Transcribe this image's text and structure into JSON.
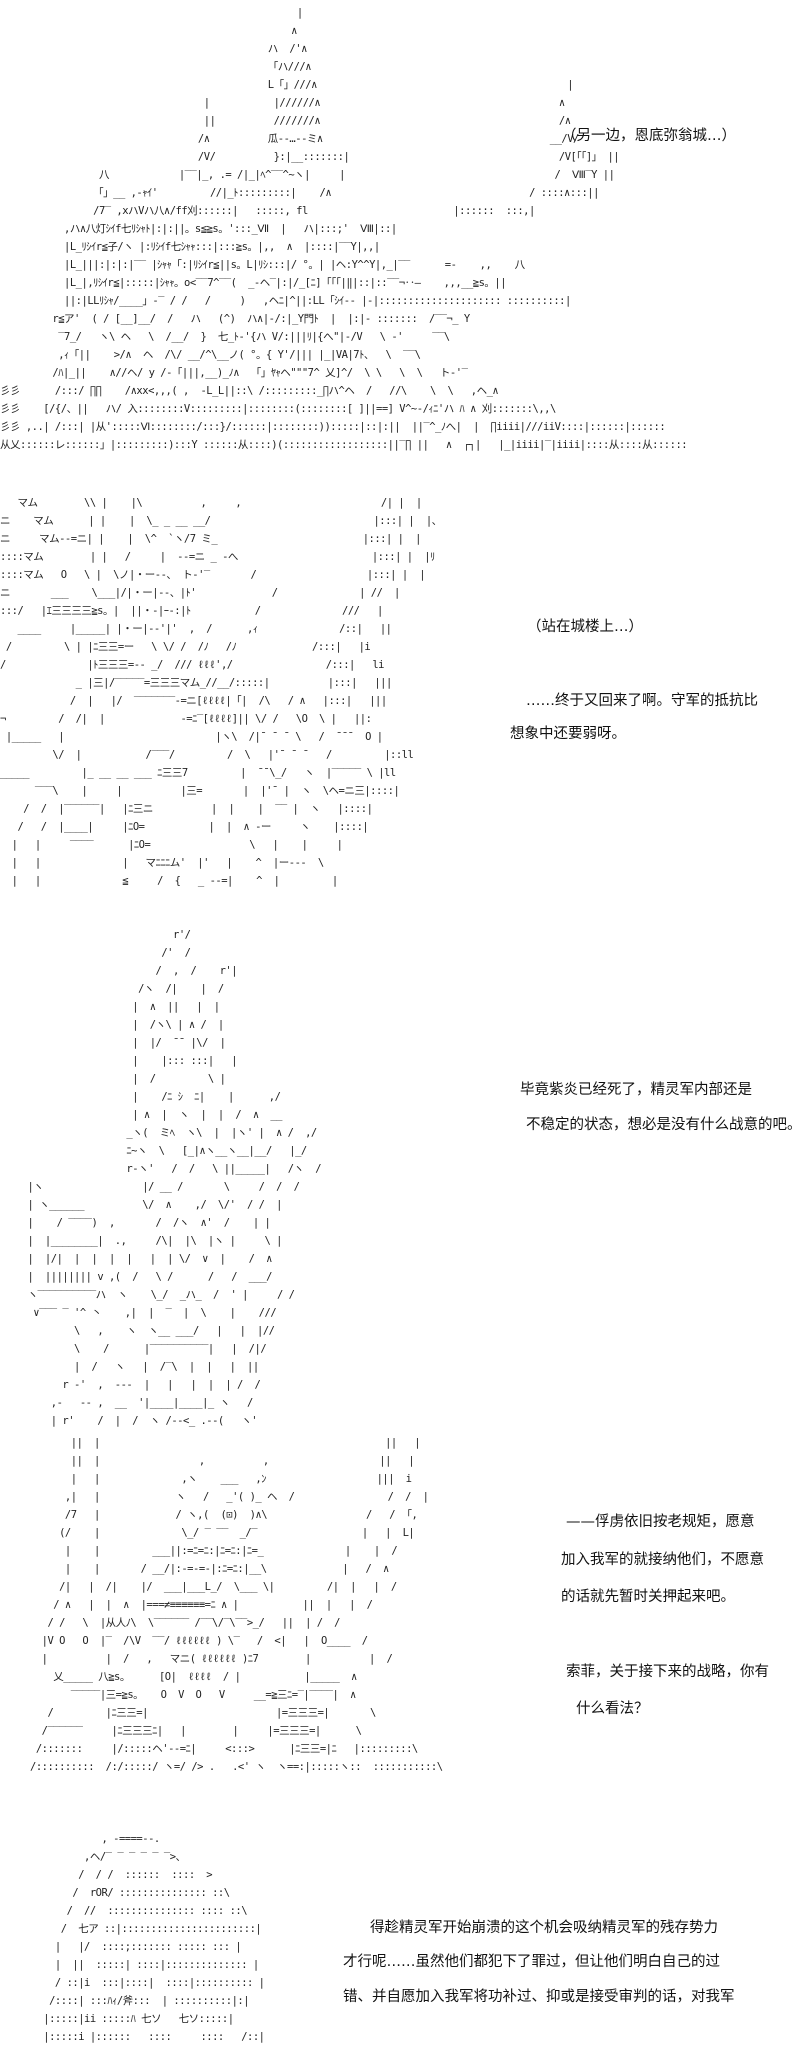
{
  "panels": [
    {
      "art": [
        "                                                   |",
        "                                                  ∧",
        "                                              ハ  /'∧",
        "                                              「ハ///∧",
        "                                              L「」///∧                                           |",
        "                                   |           |//////∧                                         ∧",
        "                                   ||          ///////∧                                         /∧",
        "                                  /∧          瓜-‐…‐-ミ∧                                       __/V/",
        "                                  /V/          }:|__:::::::|                                    /V[「「]」 ||",
        "                 八            |‾‾|_, .= /|_|ﾍ^‾‾^~ヽ|     |                                    /  Ⅷ‾Y ||",
        "                「」__ ,-ｬｲ'         //|_ﾄ:::::::::|    /∧                                  / ::::∧:::||",
        "                /7‾ ,xハVハ八∧/ff刈::::::|   :::::, fl                         |::::::  :::,|",
        "           ,ハ∧八灯ｼｲf七ﾘｼｬﾄ|:|:||。s≦≧s。':::_Ⅶ  |   ハ|:::;'  Ⅷ|::|",
        "           |L_ﾘｼｲr≦子/ヽ |:ﾘｼｲf七ｼｬｬ:::|:::≧s。|,,  ∧  |::::|‾‾Y|,,|",
        "           |L_|||:|:|:|‾‾ |ｼｬｬ「:|ﾘｼｲr≦||s。L|ﾘｼ:::|/ °。| |ヘ:Y^^Y|,_|‾‾      =-    ,,    八",
        "           |L_|,ﾘｼｲr≦|:::::|ｼｬｬ。o<‾‾7^‾‾(  _-ヘ‾|:|/_[ﾆ]「「「|‖|::|::‾‾¬‥—    ,,,__≧s。||",
        "           ||:|LLﾘｼｬ/____」-‾ / /   /     )   ,ヘﾆ|^||:LL「ｼｲ‐‐ |‐|::::::::::::::::::::: ::::::::::|",
        "         r≦ア'  ( / [__]__/  /   ハ   (^)  ハ∧|-/:|_Y門ﾄ  |  |:|‐ :::::::  /‾‾¬_ Y",
        "          ‾7_/   ヽ\\ ヘ   \\  /__/  }  七_ﾄ-'{ハ V/:|||ﾘ|{へ\"|-/V   \\ -'     ‾‾\\",
        "          ,ｨ「||    >/∧  ヘ  /\\/ __/^\\__ノ( °。{ Y'/||| |_|VA|7ﾄ、  \\  ‾‾\\",
        "         /ﾊ|_||    ∧//ヘ/ y /-「|||,__)_ﾉ∧  「」ﾔｬヘ\"\"\"7^ 乂]^/  \\ \\   \\  \\   ト‐'‾",
        "彡彡      /:::/ ∏∏    /∧xx<,,,( ,  -L_L||::\\ /:::::::::_∏ハ^ヘ  /   //\\    \\  \\   ,ヘ_∧",
        "彡彡    [/{/、||   ハ/ 入::::::::V:::::::::|::::::::(::::::::[ ]||==] V^~-/ｨﾆ'ハ ﾊ ∧ 刈:::::::\\,,\\",
        "彡彡 ,..| /:::| |从':::::Ⅵ::::::::/:::}/::::::|::::::::)):::::|::|:||  ||‾^_ﾉへ|  |  ∏iiii|///iiV::::|::::::|::::::",
        "从乂::::::レ::::::」|:::::::::):::Y ::::::从::::)(::::::::::::::::::||‾∏ ||   ∧  ┌┐|   |_|iiii|‾|iiii|::::从::::从::::::"
      ],
      "dialogue": [
        "（另一边，恩底弥翁城…）"
      ]
    },
    {
      "art": [
        "   マム        \\\\ |    |\\          ,     ,                        /| |  |",
        "ニ    マム      | |    |  \\_ _ __ __/                            |:::| |  |、",
        "ニ     マム‐-=ニ| |    |  \\^  `ヽ/7 ミ_                         |:::| |  |",
        "::::マム        | |   /     |  --=ニ _ ‐へ                       |:::| |  |ﾘ",
        "::::マム   O   \\ |  \\ノ|・ー-‐、 ト‐'‾       /                   |:::| |  |",
        "ニ       ___    \\___|/|・ー|-‐、|ﾄ'             /              | //  |",
        ":::/   |ｴ三三三三≧s。|  ||・-|ｰ-:|ﾄ           /              ///   |",
        "   ____     |_____| |・ー|-‐'|'  ,  /      ,ｨ              /::|   ||",
        " /         \\ | |ﾆ三三=ー   \\ \\/ /  /ﾉ   /ﾉ             /:::|   |i",
        "/              |ﾄ三三三=‐- _/  /// ℓℓℓ',/                /:::|   li",
        "             _ |三|/‾‾‾‾‾=三三三マム_//__/:::::|          |:::|   |||",
        "            /  |   |/  ‾‾‾‾‾‾‾-=ニ[ℓℓℓℓ|「|  /\\   / ∧   |:::|   |||",
        "¬         /  /|  |             -=ﾆ‾[ℓℓℓℓ]|| \\/ /   \\O  \\ |   ||:",
        " |_____   |                          |ヽ\\  /|¯ ¯ ¯ \\   /  ¯¯¯  O |",
        "         \\/  |           /‾‾‾/         /  \\   |'¯ ¯ ¯   /         |::ll",
        "_____         |_ __ __ ___ ﾆ三三7         |  ¯¯\\_/   ヽ  |‾‾‾‾‾ \\ |ll",
        "      ‾‾‾\\    |     |          |三=       |  |'¯ |  ヽ  \\ヘ=ニ三|::::|",
        "    /  /  |‾‾‾‾‾‾|   |ﾆ三ニ          |  |    |  ‾‾ |  ヽ   |::::|",
        "   /   /  |____|     |ﾆO=           |  |  ∧ -ー     ヽ    |::::|",
        "  |   |     ‾‾‾‾      |ﾆO=                 \\   |    |     |",
        "  |   |              |   マﾆﾆﾆム'  |'   |    ^  |ー--‐  \\",
        "  |   |              ≦     /  {   _ --=|    ^  |         |"
      ],
      "dialogue": [
        "（站在城楼上…）",
        "……终于又回来了啊。守军的抵抗比",
        "想象中还要弱呀。"
      ]
    },
    {
      "art": [
        "                            r'/",
        "                          /'  /",
        "                         /  ,  /    r'|",
        "                      /ヽ  /|    |  /",
        "                     |  ∧  ||   |  |",
        "                     |  /ヽ\\ | ∧ /  |",
        "                     |  |/  ¯¯ |\\/  |",
        "                     |    |::: :::|   |",
        "                     |  /         \\ |",
        "                     |    /ﾆ ｼ  ﾆ|    |      ,/",
        "                     | ∧  |  ヽ  |  |  /  ∧  __",
        "                    _ヽ(  ミﾍ  ヽ\\  |  |ヽ' |  ∧ /  ,/",
        "                    ﾆ~ヽ  \\   [_|∧ヽ__ヽ__|__/   |_/",
        "                    r‐ヽ'   /  /   \\ ||_____|   /ヽ  /",
        "   |ヽ                 |/ __ /       \\     /  /  /",
        "   | ヽ______          \\/  ∧    ,/  \\/'  / /  |",
        "   |    / ‾‾‾‾)  ,       /  /ヽ  ∧'  /    | |",
        "   |  |________|  .,     /\\|  |\\  |ヽ |     \\ |",
        "   |  |/|  |  |  |  |   |  | \\/  ∨  |    /  ∧",
        "   |  |||||||| v ,(  /   \\ /      /   /  ___/  ",
        "   ヽ‾‾‾‾‾‾‾‾‾‾ハ  ヽ    \\_/  _ハ_  /  ' |     / /",
        "    ∨‾‾‾ ‾ '^ 丶    ,|  |  ‾  |  \\    |    ///",
        "           \\   ,    ヽ  ヽ__ ___/   |   |  |//",
        "           \\    /      |‾‾‾‾‾‾‾‾‾‾|   |  /|/",
        "           |  /   ヽ   |  /‾\\  |  |   |  ||",
        "         r ‐'  ,  ‐‐-  |   |   |  |  | /  /",
        "       ,‐   -‐ ,  __  '|____|____|_ ヽ   / ",
        "       | r'    /  |  /  ヽ /--<_ .--(   ヽ'"
      ],
      "dialogue": [
        "毕竟紫炎已经死了，精灵军内部还是",
        "不稳定的状态，想必是没有什么战意的吧。"
      ]
    },
    {
      "art": [
        "       ||  |                                                 ||   |",
        "       ||  |                 ,          ,                   ||   |",
        "       |   |              ,ヽ    ___   ,ﾝ                   |||  i",
        "      ,|   |             ヽ   /   _'( )_ ヘ  /                /  /  |",
        "      /7   |             / ヽ,(  (⊡)  )∧\\                 /   /  ｢,",
        "     (/    |              \\_/ ‾ ‾‾  _/‾                  |   |  L|",
        "      |    |         ___||:=ﾆ=ﾆ:|ﾆ=ﾆ:|ﾆ=_              |    |  /",
        "      |    |       / __/|:-=-=-|:ﾆ=ﾆ:|__\\             |   /  ∧",
        "     /|   |  /|    |/  ___|___L_/  \\___ \\|         /|  |   |  /",
        "    / ∧   |  |  ∧  |===≠≡≡≡≡≡≡=ﾆ ∧ |           ||  |   |  /",
        "   / /   \\  |从人ﾉ\\  \\‾‾‾‾‾‾ /‾‾\\/‾\\‾‾>_/   ||  | /  /",
        "  |V O   O  |‾  /\\V  ‾‾/ ℓℓℓℓℓℓ ) \\‾   /  <|   |  O____  /",
        "  |          |  /   ,   マニ( ℓℓℓℓℓℓ )ﾆ7        |          |  /",
        "    乂_____ 八≧s。     [O|  ℓℓℓℓ  / |           |_____  ∧",
        "       ‾‾‾‾‾|三=≧s。   O  V  O   V     __=≧三ﾆ=‾|‾‾‾‾|  ∧",
        "   /         |ﾆ三三=|                      |=三三三=|       \\",
        "  /‾‾‾‾‾‾     |ﾆ三三三ﾆ|   |        |     |=三三三=|      \\",
        " /:::::::     |/:::::ヘ'‐‐=ﾆ|     <:::>      |ﾆ三三=|ﾆ   |:::::::::\\",
        "/::::::::::  /:/:::::/ ヽ=/ /> .   .<' ヽ  ヽ==:|:::::ヽ::  :::::::::::\\"
      ],
      "dialogue": [
        "——俘虏依旧按老规矩，愿意",
        "加入我军的就接纳他们，不愿意",
        "的话就先暂时关押起来吧。",
        "索菲，关于接下来的战略，你有",
        "什么看法？"
      ]
    },
    {
      "art": [
        "              , -====‐-.",
        "           ,ヘ/‾ ‾ ‾ ‾ ‾ ‾>、",
        "          /  / /  ::::::  ::::  >",
        "         /  rOR/ ::::::::::::::: ::\\",
        "        /  //  ::::::::::::::: :::: ::\\",
        "       /  七ア ::|:::::::::::::::::::::::|",
        "      |   |/  ::::;::::::: ::::: ::: |",
        "      |  ||  :::::| ::::|:::::::::::::: |",
        "      / ::|i  :::|::::|  ::::|:::::::::: |",
        "     /::::| :::ﾊｨ/斧:::  | ::::::::::|:|",
        "    |:::::|ii :::::ﾊ 七ソ   七ソ:::::|",
        "    |:::::i |::::::   ::::     ::::   /::|"
      ],
      "dialogue": [
        "得趁精灵军开始崩溃的这个机会吸纳精灵军的残存势力",
        "才行呢……虽然他们都犯下了罪过，但让他们明白自己的过",
        "错、并自愿加入我军将功补过、抑或是接受审判的话，对我军"
      ]
    }
  ]
}
